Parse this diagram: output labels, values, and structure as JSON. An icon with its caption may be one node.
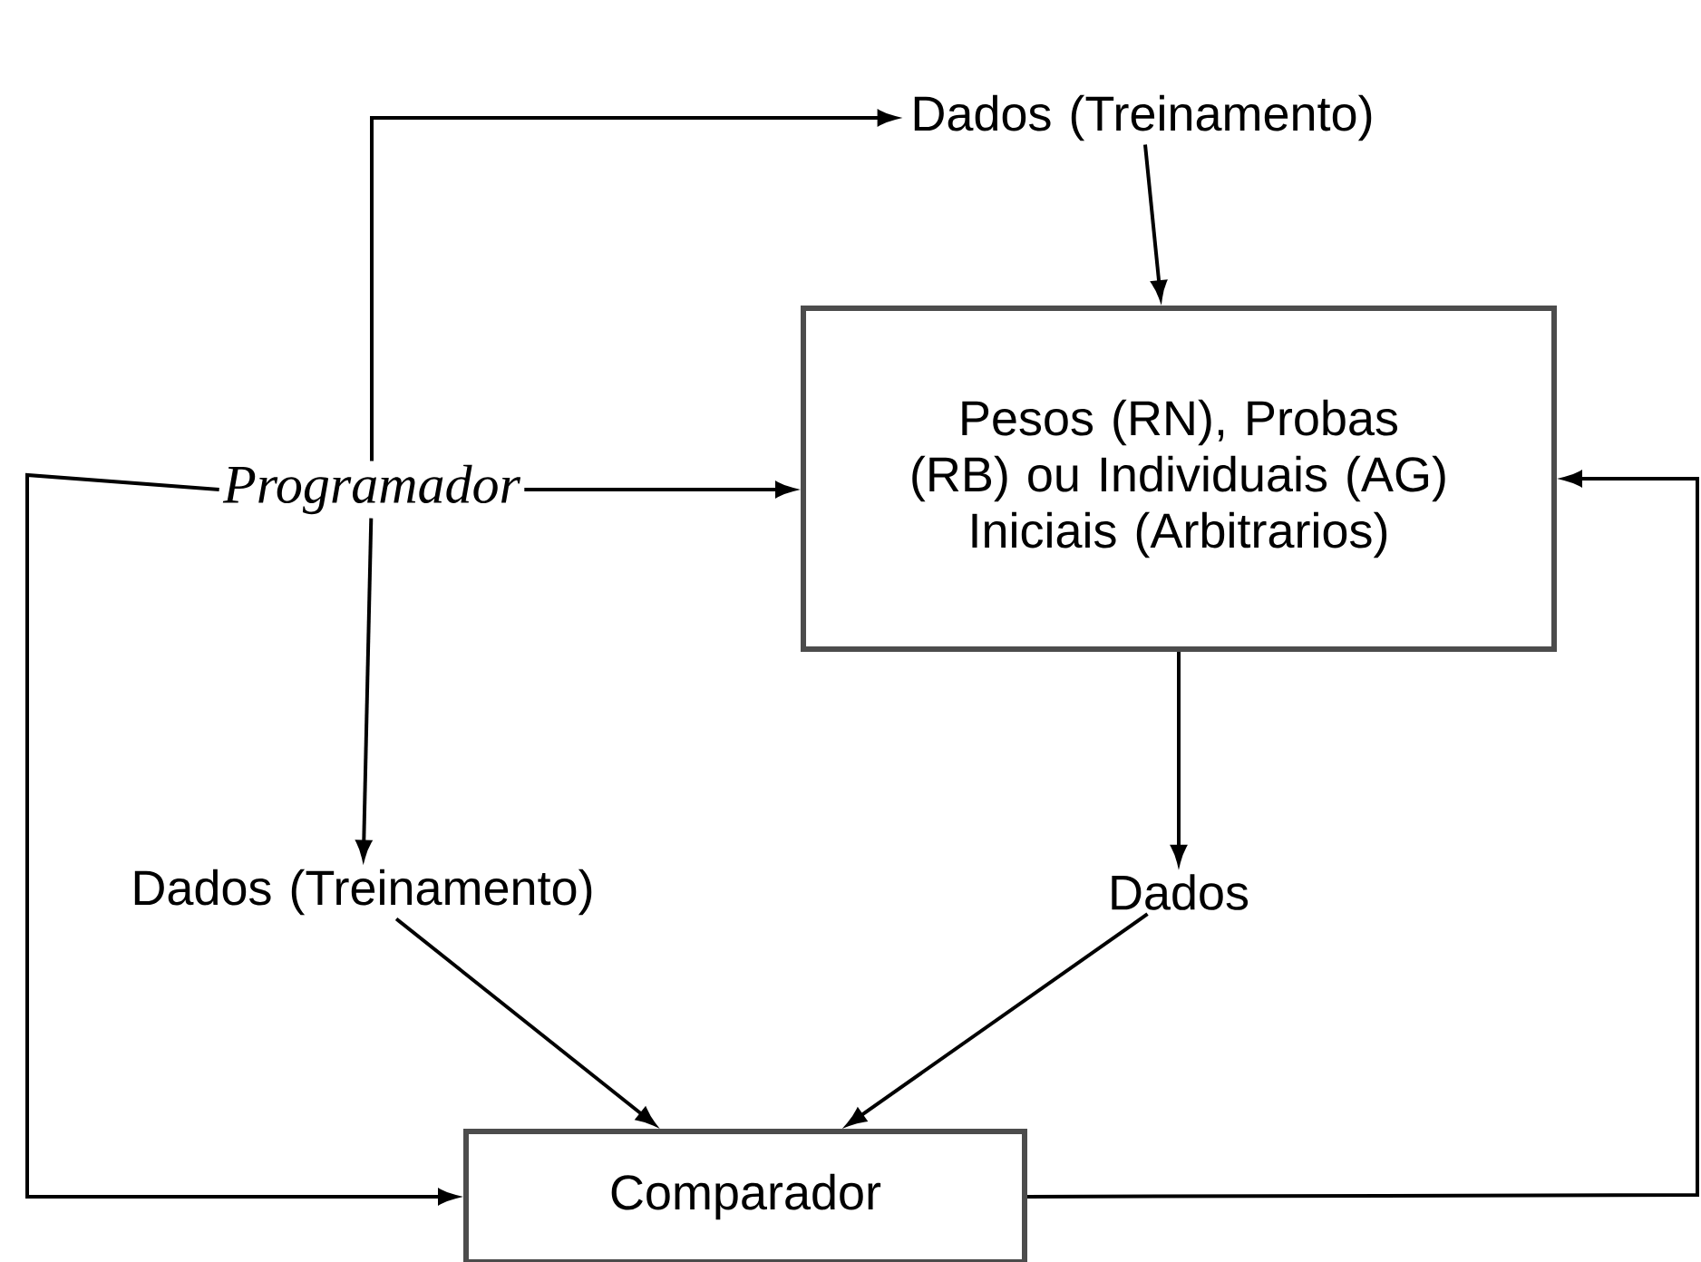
{
  "diagram": {
    "nodes": [
      {
        "text": [
          "Dados (Treinamento)"
        ]
      },
      {
        "text": [
          "Programador"
        ]
      },
      {
        "text": [
          "Pesos (RN), Probas (RB) ou Individuais (AG) Iniciais (Arbitrarios)"
        ]
      },
      {
        "text": [
          "Dados (Treinamento)"
        ]
      },
      {
        "text": [
          "Dados"
        ]
      },
      {
        "text": [
          "Comparador"
        ]
      }
    ],
    "edges": [
      {
        "from": 1,
        "to": 0,
        "arrow": "to"
      },
      {
        "from": 0,
        "to": 2,
        "arrow": "to"
      },
      {
        "from": 1,
        "to": 2,
        "arrow": "to"
      },
      {
        "from": 1,
        "to": 3,
        "arrow": "to"
      },
      {
        "from": 2,
        "to": 4,
        "arrow": "to"
      },
      {
        "from": 3,
        "to": 5,
        "arrow": "to"
      },
      {
        "from": 4,
        "to": 5,
        "arrow": "to"
      },
      {
        "from": 1,
        "to": 5,
        "arrow": "to"
      },
      {
        "from": 5,
        "to": 2,
        "arrow": "to"
      }
    ]
  }
}
